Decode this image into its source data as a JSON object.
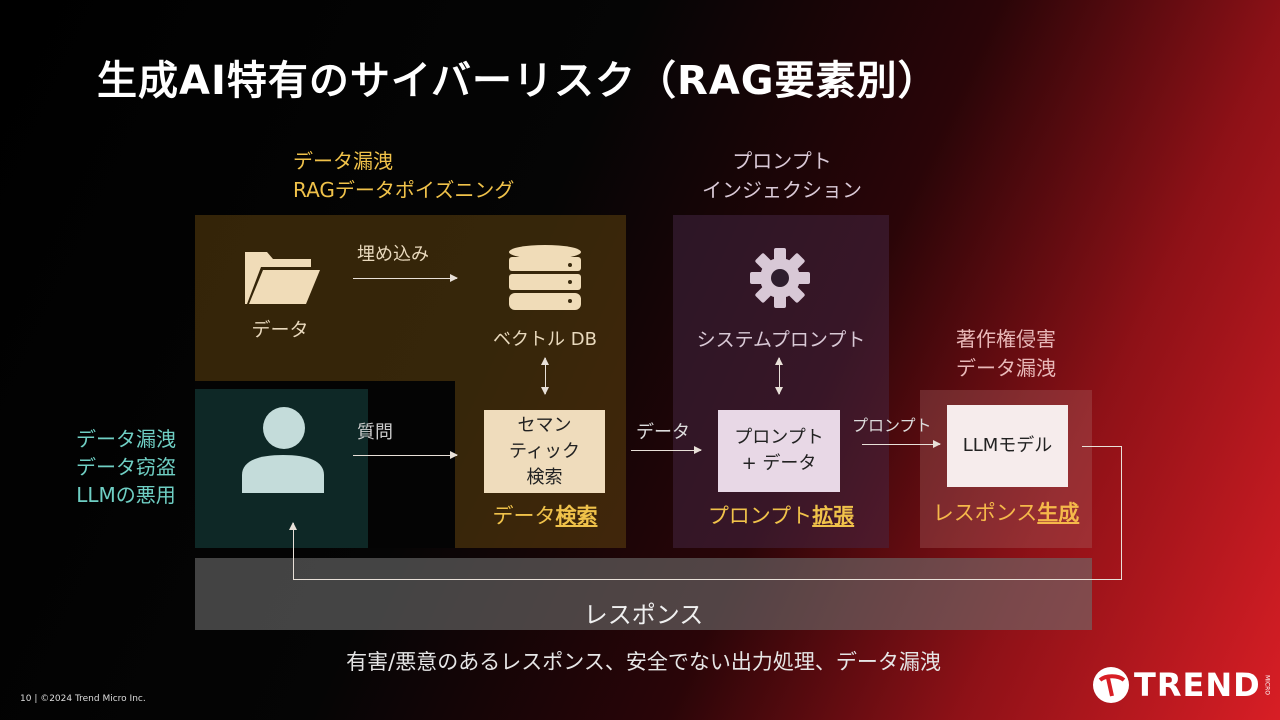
{
  "title": "生成AI特有のサイバーリスク（RAG要素別）",
  "risks": {
    "rag": [
      "データ漏洩",
      "RAGデータポイズニング"
    ],
    "prompt": [
      "プロンプト",
      "インジェクション"
    ],
    "llm": [
      "著作権侵害",
      "データ漏洩"
    ],
    "user": [
      "データ漏洩",
      "データ窃盗",
      "LLMの悪用"
    ]
  },
  "nodes": {
    "data": "データ",
    "embed": "埋め込み",
    "vector_db": "ベクトル DB",
    "question": "質問",
    "semantic": [
      "セマン",
      "ティック",
      "検索"
    ],
    "data_arrow": "データ",
    "system_prompt": "システムプロンプト",
    "prompt_data": [
      "プロンプト",
      "+ データ"
    ],
    "prompt_arrow": "プロンプト",
    "llm_model": "LLMモデル"
  },
  "stages": {
    "retrieve": {
      "prefix": "データ",
      "emph": "検索"
    },
    "augment": {
      "prefix": "プロンプト",
      "emph": "拡張"
    },
    "generate": {
      "prefix": "レスポンス",
      "emph": "生成"
    }
  },
  "response": "レスポンス",
  "response_risks": "有害/悪意のあるレスポンス、安全でない出力処理、データ漏洩",
  "footer": "10 | ©2024 Trend Micro Inc.",
  "logo": {
    "name": "TREND",
    "sub": "MICRO"
  }
}
